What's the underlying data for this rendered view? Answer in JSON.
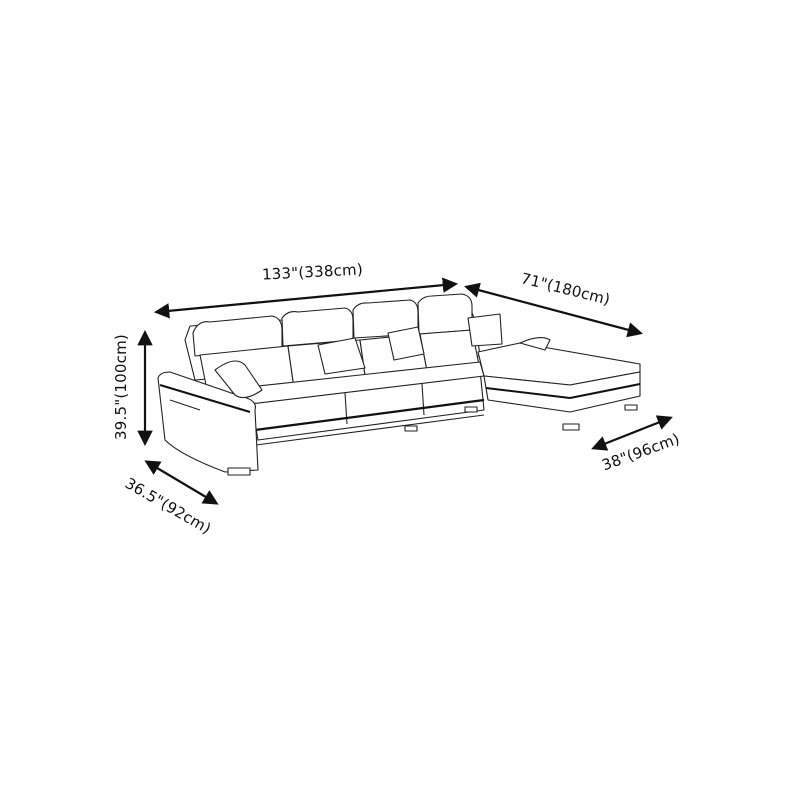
{
  "diagram": {
    "subject": "L-shaped sectional sofa with right-facing chaise",
    "line_color": "#111111",
    "background": "#ffffff",
    "dimensions": {
      "total_width": {
        "label": "133\"(338cm)",
        "inches": 133,
        "cm": 338
      },
      "chaise_length": {
        "label": "71\"(180cm)",
        "inches": 71,
        "cm": 180
      },
      "height": {
        "label": "39.5\"(100cm)",
        "inches": 39.5,
        "cm": 100
      },
      "seat_depth": {
        "label": "36.5\"(92cm)",
        "inches": 36.5,
        "cm": 92
      },
      "chaise_width": {
        "label": "38\"(96cm)",
        "inches": 38,
        "cm": 96
      }
    }
  }
}
